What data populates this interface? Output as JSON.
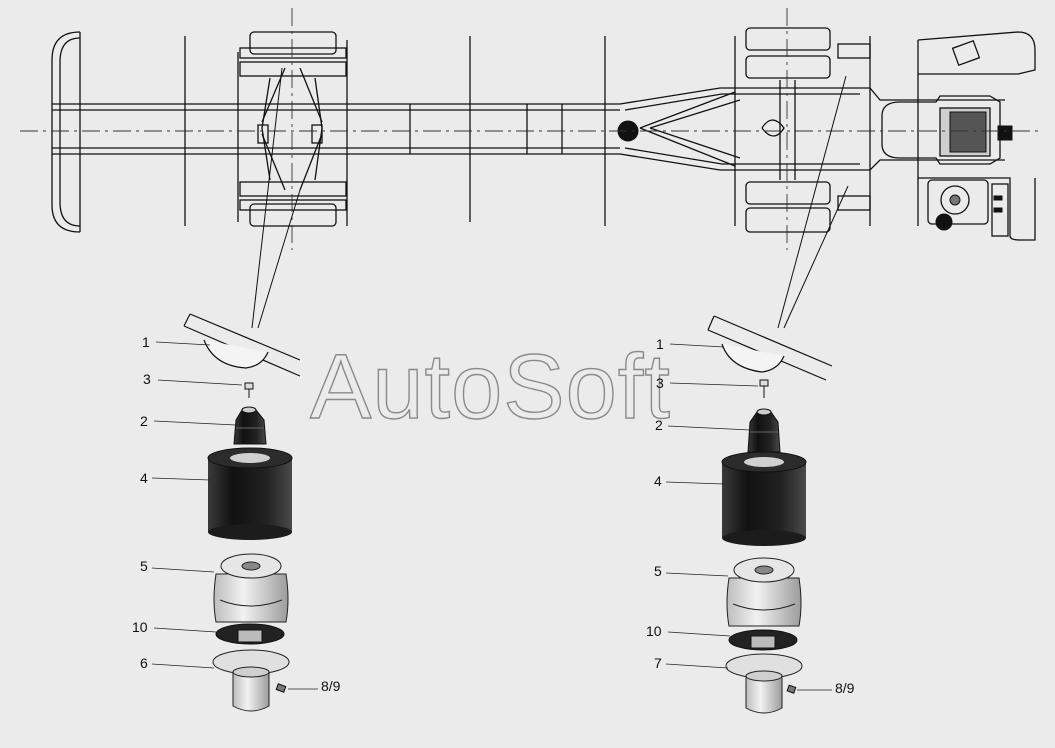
{
  "watermark": "AutoSoft",
  "colors": {
    "background": "#ecebeb",
    "ink": "#111111",
    "rubber": "#1c1c1c",
    "part_light": "#d9d9d9"
  },
  "left_assembly": {
    "labels": [
      "1",
      "3",
      "2",
      "4",
      "5",
      "10",
      "6",
      "8/9"
    ]
  },
  "right_assembly": {
    "labels": [
      "1",
      "3",
      "2",
      "4",
      "5",
      "10",
      "7",
      "8/9"
    ]
  }
}
